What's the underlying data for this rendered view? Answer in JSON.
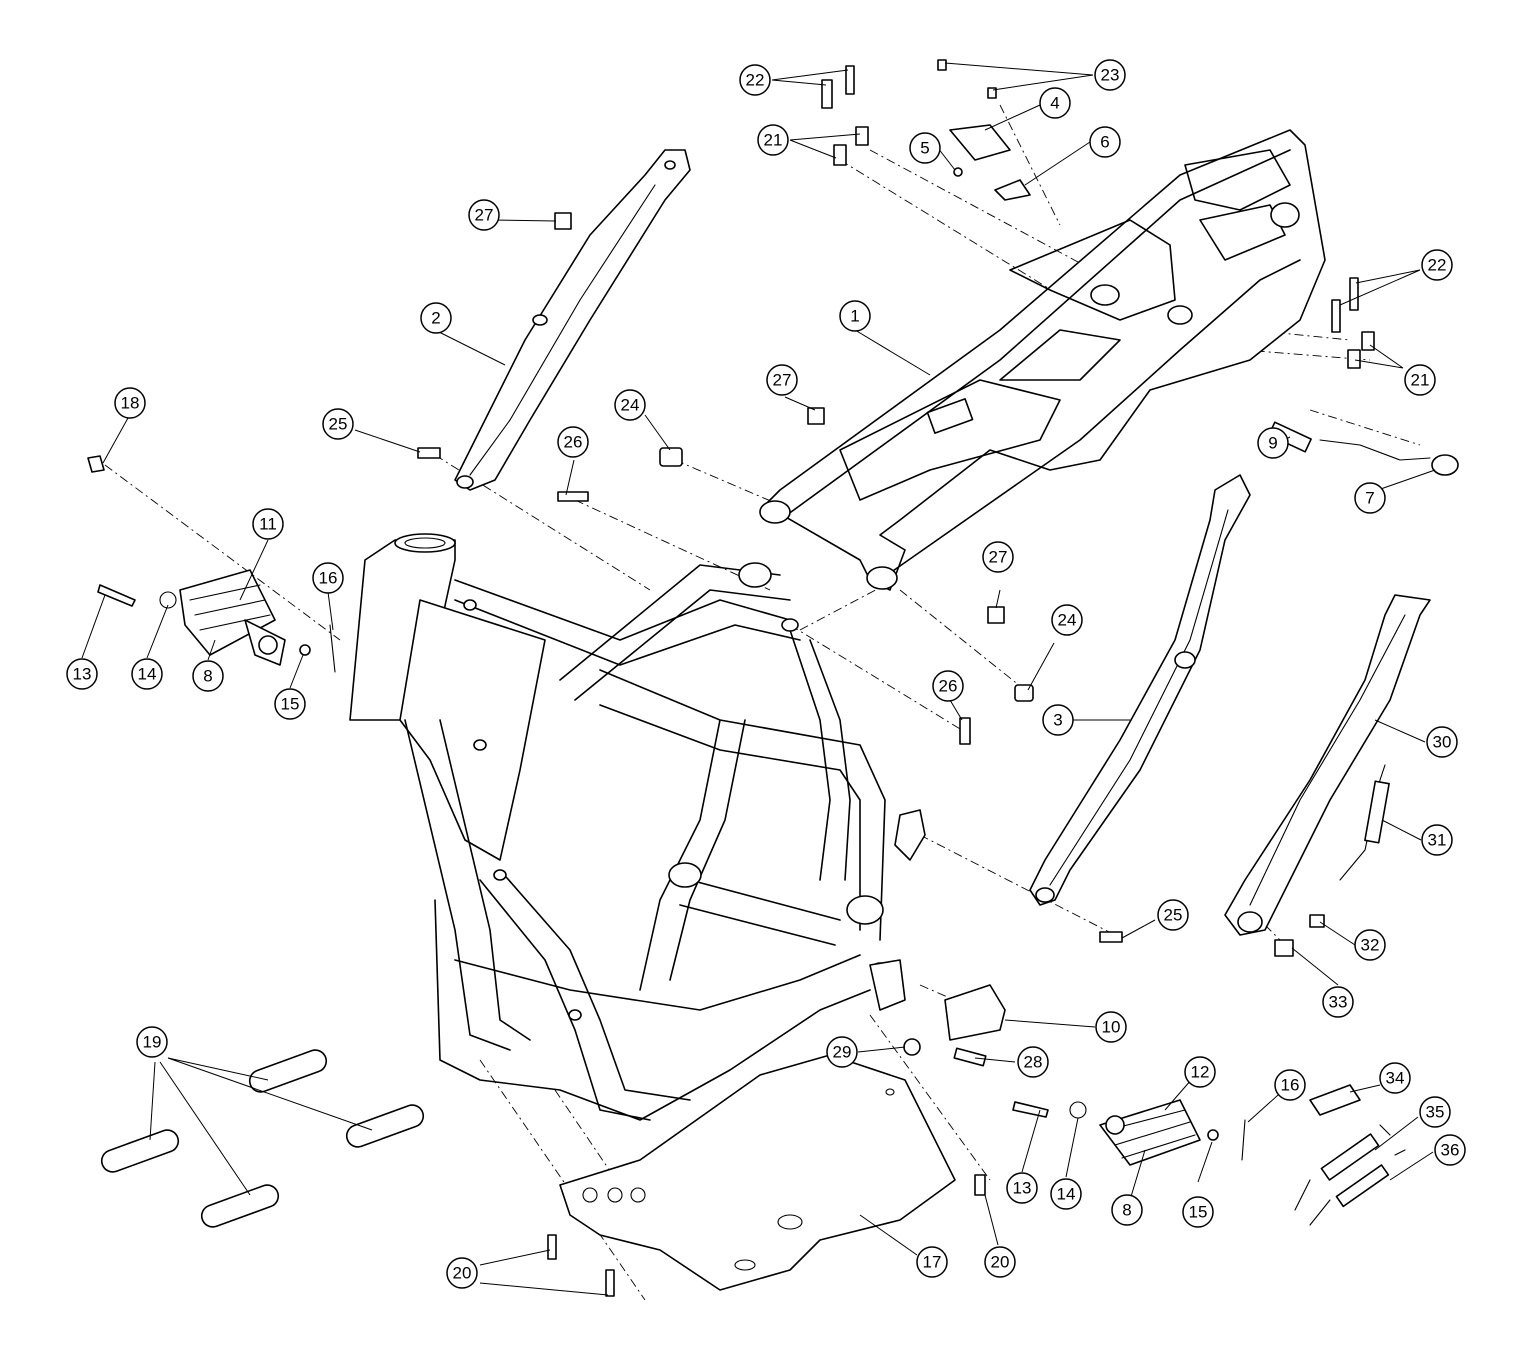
{
  "callouts": [
    {
      "id": "c1",
      "label": "1"
    },
    {
      "id": "c2",
      "label": "2"
    },
    {
      "id": "c3",
      "label": "3"
    },
    {
      "id": "c4",
      "label": "4"
    },
    {
      "id": "c5",
      "label": "5"
    },
    {
      "id": "c6",
      "label": "6"
    },
    {
      "id": "c7",
      "label": "7"
    },
    {
      "id": "c8a",
      "label": "8"
    },
    {
      "id": "c8b",
      "label": "8"
    },
    {
      "id": "c9",
      "label": "9"
    },
    {
      "id": "c10",
      "label": "10"
    },
    {
      "id": "c11",
      "label": "11"
    },
    {
      "id": "c12",
      "label": "12"
    },
    {
      "id": "c13a",
      "label": "13"
    },
    {
      "id": "c13b",
      "label": "13"
    },
    {
      "id": "c14a",
      "label": "14"
    },
    {
      "id": "c14b",
      "label": "14"
    },
    {
      "id": "c15a",
      "label": "15"
    },
    {
      "id": "c15b",
      "label": "15"
    },
    {
      "id": "c16a",
      "label": "16"
    },
    {
      "id": "c16b",
      "label": "16"
    },
    {
      "id": "c17",
      "label": "17"
    },
    {
      "id": "c18",
      "label": "18"
    },
    {
      "id": "c19",
      "label": "19"
    },
    {
      "id": "c20a",
      "label": "20"
    },
    {
      "id": "c20b",
      "label": "20"
    },
    {
      "id": "c21a",
      "label": "21"
    },
    {
      "id": "c21b",
      "label": "21"
    },
    {
      "id": "c22a",
      "label": "22"
    },
    {
      "id": "c22b",
      "label": "22"
    },
    {
      "id": "c23",
      "label": "23"
    },
    {
      "id": "c24a",
      "label": "24"
    },
    {
      "id": "c24b",
      "label": "24"
    },
    {
      "id": "c25a",
      "label": "25"
    },
    {
      "id": "c25b",
      "label": "25"
    },
    {
      "id": "c26a",
      "label": "26"
    },
    {
      "id": "c26b",
      "label": "26"
    },
    {
      "id": "c27a",
      "label": "27"
    },
    {
      "id": "c27b",
      "label": "27"
    },
    {
      "id": "c27c",
      "label": "27"
    },
    {
      "id": "c28",
      "label": "28"
    },
    {
      "id": "c29",
      "label": "29"
    },
    {
      "id": "c30",
      "label": "30"
    },
    {
      "id": "c31",
      "label": "31"
    },
    {
      "id": "c32",
      "label": "32"
    },
    {
      "id": "c33",
      "label": "33"
    },
    {
      "id": "c34",
      "label": "34"
    },
    {
      "id": "c35",
      "label": "35"
    },
    {
      "id": "c36",
      "label": "36"
    }
  ]
}
